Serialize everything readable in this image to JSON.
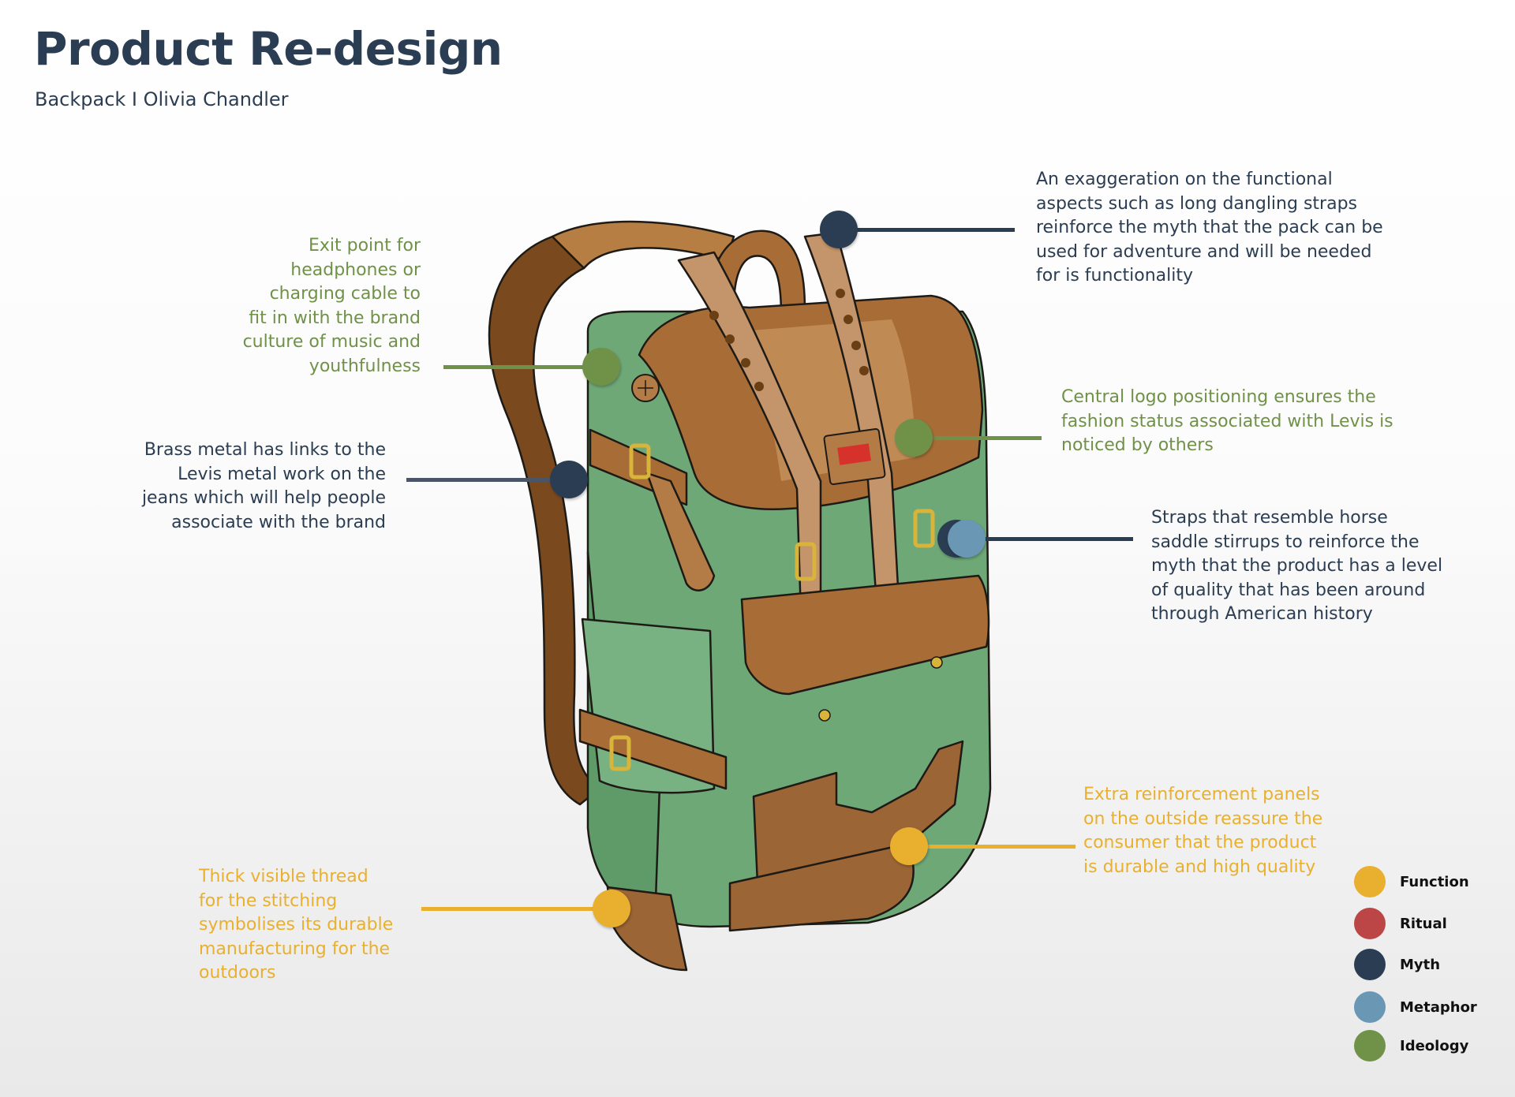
{
  "header": {
    "title": "Product Re-design",
    "subtitle": "Backpack  I Olivia Chandler"
  },
  "colors": {
    "function": "#e9b02f",
    "ritual": "#bc4546",
    "myth": "#2b3d52",
    "metaphor": "#6a97b4",
    "ideology": "#6f9148",
    "leather": "#a86d36",
    "leather_dark": "#6b3f14",
    "canvas": "#6fa877",
    "canvas_dark": "#4f8a5a",
    "brass": "#d9b43a",
    "logo_red": "#d6322b"
  },
  "annotations": [
    {
      "id": "long-straps",
      "category": "Myth",
      "text": "An exaggeration on the functional\naspects such as long dangling straps\nreinforce the myth that the pack can be\nused for adventure and will be needed\nfor is functionality"
    },
    {
      "id": "headphone-exit",
      "category": "Ideology",
      "text": "Exit point for\nheadphones or\ncharging cable to\nfit in with the brand\nculture of music and\nyouthfulness"
    },
    {
      "id": "brass-metal",
      "category": "Myth",
      "text": "Brass metal has links to the\nLevis metal work on the\njeans which will help people\nassociate with the brand"
    },
    {
      "id": "central-logo",
      "category": "Ideology",
      "text": "Central logo positioning ensures the\nfashion status associated with Levis is\nnoticed by others"
    },
    {
      "id": "saddle-straps",
      "category": "Metaphor",
      "text": "Straps that resemble horse\nsaddle stirrups to reinforce the\nmyth that the product has a level\nof quality that has been around\nthrough American history"
    },
    {
      "id": "reinforcement-panels",
      "category": "Function",
      "text": "Extra reinforcement panels\non the outside reassure the\nconsumer that the product\nis durable and high quality"
    },
    {
      "id": "thick-thread",
      "category": "Function",
      "text": "Thick visible thread\nfor the stitching\nsymbolises its durable\nmanufacturing for the\noutdoors"
    }
  ],
  "legend": [
    {
      "label": "Function",
      "color": "#e9b02f"
    },
    {
      "label": "Ritual",
      "color": "#bc4546"
    },
    {
      "label": "Myth",
      "color": "#2b3d52"
    },
    {
      "label": "Metaphor",
      "color": "#6a97b4"
    },
    {
      "label": "Ideology",
      "color": "#6f9148"
    }
  ]
}
